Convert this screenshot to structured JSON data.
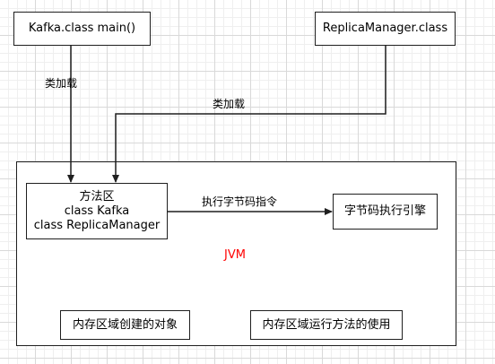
{
  "nodes": {
    "kafka_main": "Kafka.class main()",
    "replica_manager": "ReplicaManager.class",
    "method_area_title": "方法区",
    "method_area_line1": "class Kafka",
    "method_area_line2": "class ReplicaManager",
    "execution_engine": "字节码执行引擎",
    "jvm": "JVM",
    "heap_objects": "内存区域创建的对象",
    "stack_usage": "内存区域运行方法的使用"
  },
  "edges": {
    "class_load_1": "类加载",
    "class_load_2": "类加载",
    "execute_instruction": "执行字节码指令"
  },
  "colors": {
    "jvm_label": "#ff0000",
    "stroke": "#1f1f1f"
  }
}
